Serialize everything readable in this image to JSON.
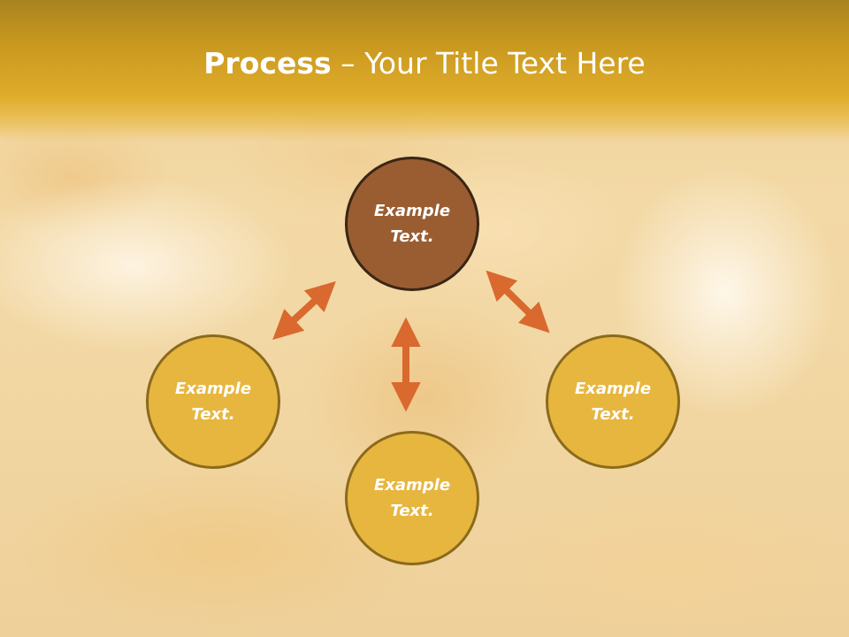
{
  "title": {
    "bold": "Process",
    "separator": " – ",
    "rest": "Your Title Text Here"
  },
  "nodes": {
    "top": {
      "line1": "Example",
      "line2": "Text."
    },
    "left": {
      "line1": "Example",
      "line2": "Text."
    },
    "right": {
      "line1": "Example",
      "line2": "Text."
    },
    "bottom": {
      "line1": "Example",
      "line2": "Text."
    }
  },
  "colors": {
    "header": "#d9a626",
    "node_gold": "#e7b63f",
    "node_gold_border": "#8c6a1c",
    "node_brown": "#9a5d31",
    "node_brown_border": "#3a2614",
    "arrow": "#d9692f"
  },
  "icons": [
    "double-arrow-icon"
  ]
}
